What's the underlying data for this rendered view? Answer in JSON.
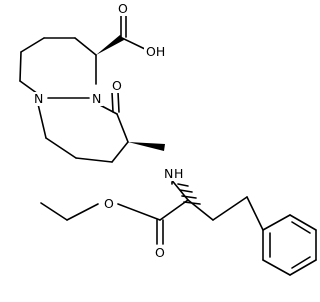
{
  "molecule": {
    "atoms": {
      "cooh": "OH",
      "cooh_o": "O",
      "ring_n1": "N",
      "ring_n2": "N",
      "ketone_o": "O",
      "amine": "N",
      "amine_h": "H",
      "ester_o_single": "O",
      "ester_o_double": "O"
    },
    "colors": {
      "ink": "#000000",
      "background": "#ffffff"
    }
  }
}
